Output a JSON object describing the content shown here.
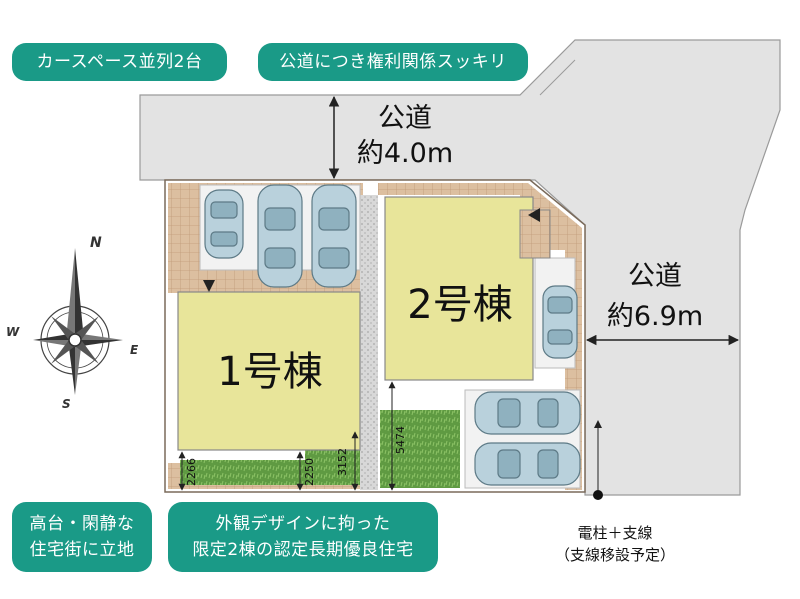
{
  "badges": {
    "parking": "カースペース並列2台",
    "public_road_rights": "公道につき権利関係スッキリ",
    "location_line1": "高台・閑静な",
    "location_line2": "住宅街に立地",
    "design_line1": "外観デザインに拘った",
    "design_line2": "限定2棟の認定長期優良住宅"
  },
  "roads": {
    "north_road_name": "公道",
    "north_road_width": "約4.0m",
    "east_road_name": "公道",
    "east_road_width": "約6.9m"
  },
  "buildings": {
    "building1": "1号棟",
    "building2": "2号棟"
  },
  "dimensions": {
    "d2266": "2266",
    "d2250": "2250",
    "d3152": "3152",
    "d5474": "5474"
  },
  "compass": {
    "north": "N",
    "south": "S",
    "east": "E",
    "west": "W"
  },
  "utility_pole": {
    "line1": "電柱＋支線",
    "line2": "（支線移設予定）"
  },
  "colors": {
    "badge": "#1a9a87",
    "building": "#e8e59a",
    "road": "#e2e2e2",
    "paving": "#d8b896",
    "lawn": "#6aa24a"
  }
}
